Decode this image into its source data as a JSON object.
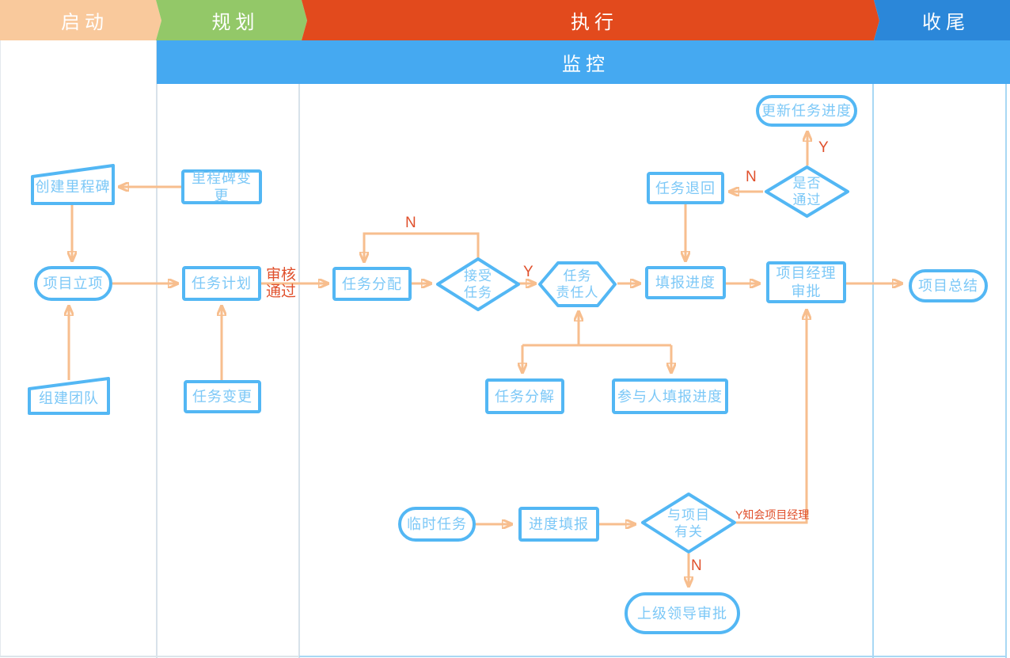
{
  "phases": [
    {
      "label": "启动",
      "color": "#F9C99C"
    },
    {
      "label": "规划",
      "color": "#93C868"
    },
    {
      "label": "执行",
      "color": "#E24A1D"
    },
    {
      "label": "收尾",
      "color": "#2B87D9"
    }
  ],
  "monitor": {
    "label": "监控",
    "color": "#45A9F1"
  },
  "nodes": {
    "create_milestone": {
      "label": "创建里程碑",
      "shape": "card"
    },
    "milestone_change": {
      "label": "里程碑变更",
      "shape": "rect"
    },
    "project_initiation": {
      "label": "项目立项",
      "shape": "stadium"
    },
    "team_building": {
      "label": "组建团队",
      "shape": "card"
    },
    "task_plan": {
      "label": "任务计划",
      "shape": "rect"
    },
    "task_change": {
      "label": "任务变更",
      "shape": "rect"
    },
    "task_assign": {
      "label": "任务分配",
      "shape": "rect"
    },
    "accept_task": {
      "label": "接受\n任务",
      "shape": "diamond"
    },
    "task_owner": {
      "label": "任务\n责任人",
      "shape": "hexagon"
    },
    "fill_progress": {
      "label": "填报进度",
      "shape": "rect"
    },
    "pm_approve": {
      "label": "项目经理\n审批",
      "shape": "rect"
    },
    "task_return": {
      "label": "任务退回",
      "shape": "rect"
    },
    "pass_decision": {
      "label": "是否\n通过",
      "shape": "diamond"
    },
    "update_progress": {
      "label": "更新任务进度",
      "shape": "stadium"
    },
    "task_decompose": {
      "label": "任务分解",
      "shape": "rect"
    },
    "participant_progress": {
      "label": "参与人填报进度",
      "shape": "rect"
    },
    "temp_task": {
      "label": "临时任务",
      "shape": "stadium"
    },
    "progress_fill": {
      "label": "进度填报",
      "shape": "rect"
    },
    "project_related": {
      "label": "与项目\n有关",
      "shape": "diamond"
    },
    "superior_approve": {
      "label": "上级领导审批",
      "shape": "stadium"
    },
    "project_summary": {
      "label": "项目总结",
      "shape": "stadium"
    }
  },
  "edge_labels": {
    "review_pass": "审核\n通过",
    "n_loop": "N",
    "y_accept": "Y",
    "n_pass": "N",
    "y_pass": "Y",
    "y_inform": "Y知会项目经理",
    "n_related": "N"
  },
  "colors": {
    "phase_start_bg": "#F9C99C",
    "phase_plan_bg": "#93C868",
    "phase_exec_bg": "#E24A1D",
    "phase_close_bg": "#2B87D9",
    "monitor_bg": "#45A9F1",
    "banner_text": "#FFFFFF",
    "node_border": "#53B7F4",
    "node_text": "#7CC8F7",
    "connector": "#F7BE8E",
    "decision_label_text": "#E0502C"
  }
}
